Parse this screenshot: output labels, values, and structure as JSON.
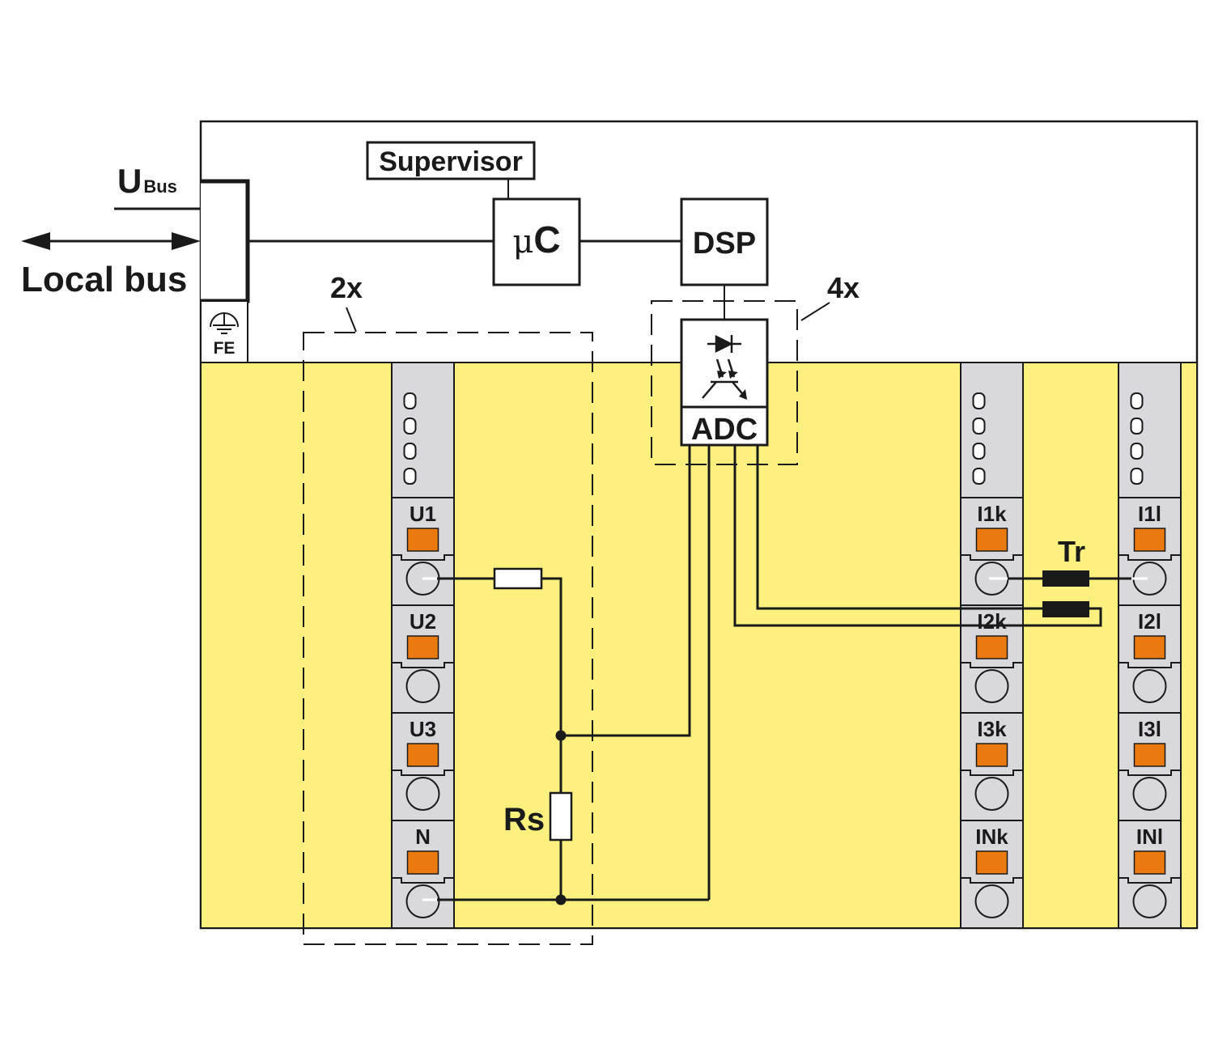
{
  "labels": {
    "u_bus_main": "U",
    "u_bus_sub": "Bus",
    "local_bus": "Local bus",
    "fe": "FE",
    "supervisor": "Supervisor",
    "mu": "μ",
    "c": "C",
    "dsp": "DSP",
    "adc": "ADC",
    "count_2x": "2x",
    "count_4x": "4x",
    "rs": "Rs",
    "tr": "Tr"
  },
  "terminal_strips": [
    {
      "id": "voltage",
      "labels": [
        "U1",
        "U2",
        "U3",
        "N"
      ]
    },
    {
      "id": "current-k",
      "labels": [
        "I1k",
        "I2k",
        "I3k",
        "INk"
      ]
    },
    {
      "id": "current-l",
      "labels": [
        "I1l",
        "I2l",
        "I3l",
        "INl"
      ]
    }
  ],
  "colors": {
    "field_area": "#fdf07e",
    "terminal_strip": "#d9d9dd",
    "terminal_marker": "#ea7a0f",
    "line": "#1a1a1a"
  }
}
